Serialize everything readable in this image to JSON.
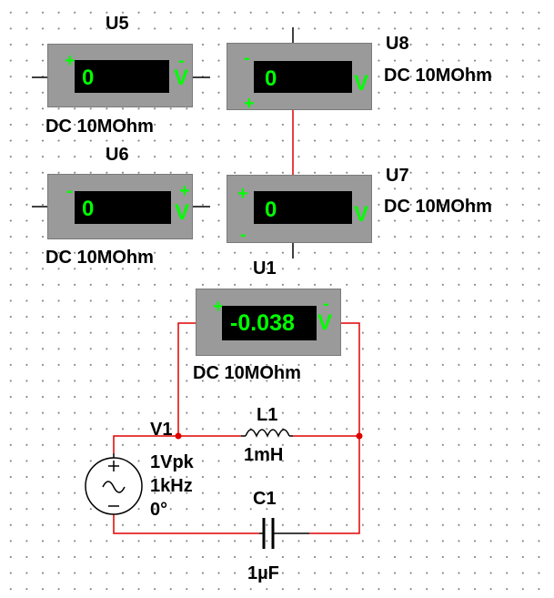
{
  "colors": {
    "wire": "#e00000",
    "lead": "#000000",
    "meter_body": "#9a9a9a",
    "screen": "#000000",
    "digits": "#00ff00"
  },
  "meters": {
    "U5": {
      "name": "U5",
      "mode": "DC  10MOhm",
      "reading": "0",
      "unit": "V",
      "left_sign": "+",
      "right_sign": "-"
    },
    "U8": {
      "name": "U8",
      "mode": "DC  10MOhm",
      "reading": "0",
      "unit": "V",
      "top_sign": "-",
      "bottom_sign": "+"
    },
    "U6": {
      "name": "U6",
      "mode": "DC  10MOhm",
      "reading": "0",
      "unit": "V",
      "left_sign": "-",
      "right_sign": "+"
    },
    "U7": {
      "name": "U7",
      "mode": "DC  10MOhm",
      "reading": "0",
      "unit": "V",
      "top_sign": "+",
      "bottom_sign": "-"
    },
    "U1": {
      "name": "U1",
      "mode": "DC  10MOhm",
      "reading": "-0.038",
      "unit": "V",
      "left_sign": "+",
      "right_sign": "-"
    }
  },
  "source": {
    "name": "V1",
    "amplitude": "1Vpk",
    "frequency": "1kHz",
    "phase": "0°",
    "plus": "+",
    "minus": "−",
    "symbol": "~"
  },
  "inductor": {
    "name": "L1",
    "value": "1mH"
  },
  "capacitor": {
    "name": "C1",
    "value": "1µF"
  }
}
